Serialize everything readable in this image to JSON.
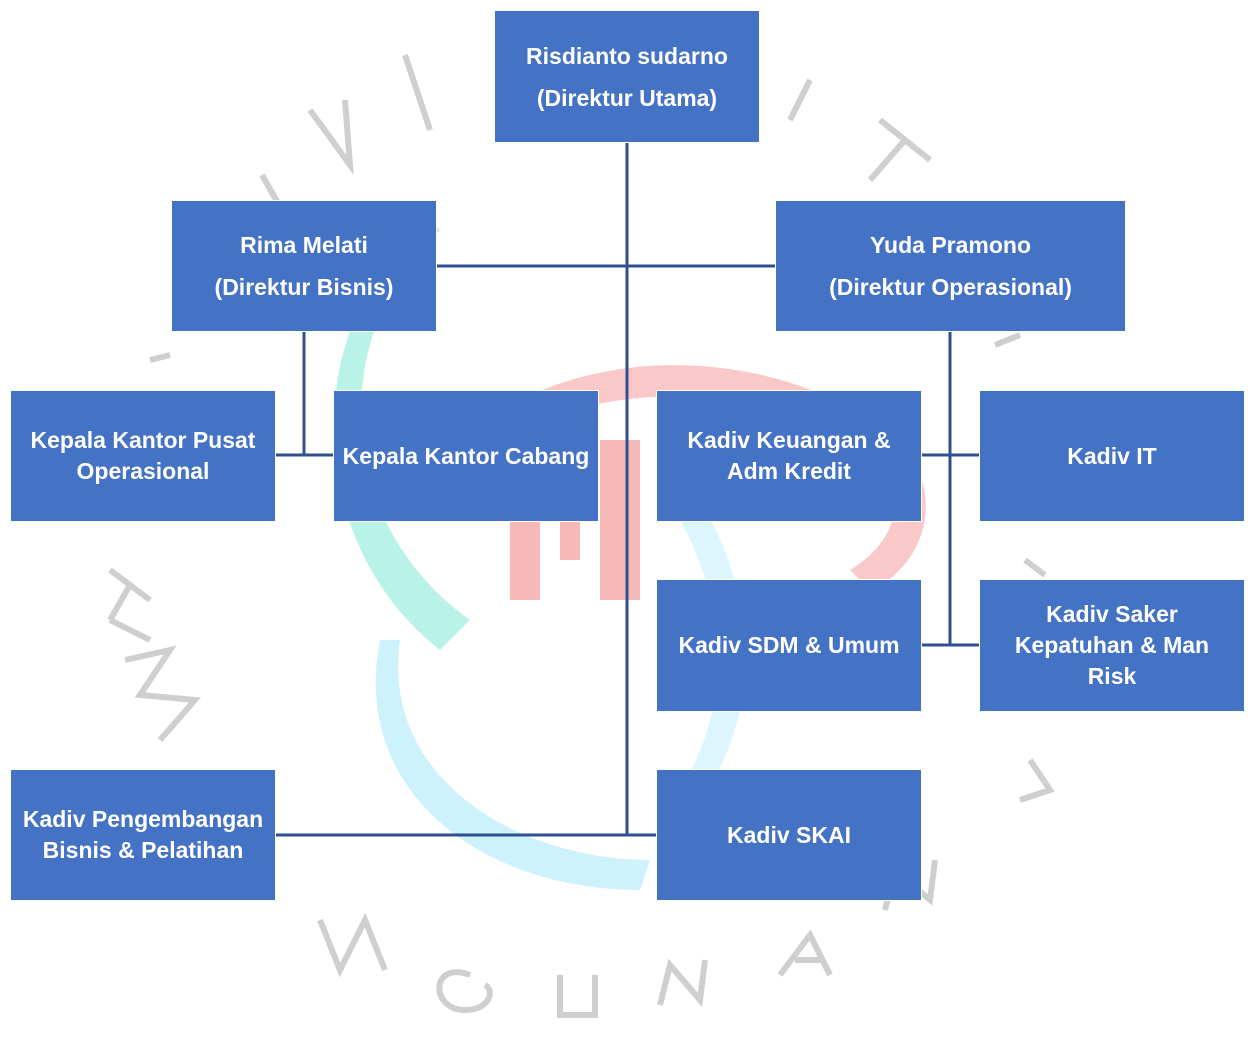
{
  "watermark": {
    "letters": [
      "I",
      "V",
      "I",
      "T",
      "E",
      "M",
      "A",
      "N",
      "G",
      "U",
      "N",
      "A",
      "J"
    ],
    "colors": {
      "teal": "#5fe0c5",
      "red": "#f47a7a",
      "cyan": "#9fe3f7",
      "gray": "#c8c8c8"
    }
  },
  "colors": {
    "box": "#4472c4",
    "line": "#2f4f8f",
    "text": "#ffffff"
  },
  "nodes": {
    "ceo": {
      "name": "Risdianto sudarno",
      "role": "(Direktur Utama)"
    },
    "dir_bisnis": {
      "name": "Rima Melati",
      "role": "(Direktur Bisnis)"
    },
    "dir_ops": {
      "name": "Yuda Pramono",
      "role": "(Direktur Operasional)"
    },
    "kepala_pusat": {
      "line1": "Kepala Kantor Pusat",
      "line2": "Operasional"
    },
    "kepala_cabang": {
      "line1": "Kepala Kantor Cabang"
    },
    "kadiv_keuangan": {
      "line1": "Kadiv Keuangan &",
      "line2": "Adm Kredit"
    },
    "kadiv_it": {
      "line1": "Kadiv IT"
    },
    "kadiv_sdm": {
      "line1": "Kadiv SDM & Umum"
    },
    "kadiv_saker": {
      "line1": "Kadiv Saker",
      "line2": "Kepatuhan & Man",
      "line3": "Risk"
    },
    "kadiv_pengembangan": {
      "line1": "Kadiv Pengembangan",
      "line2": "Bisnis & Pelatihan"
    },
    "kadiv_skai": {
      "line1": "Kadiv SKAI"
    }
  }
}
